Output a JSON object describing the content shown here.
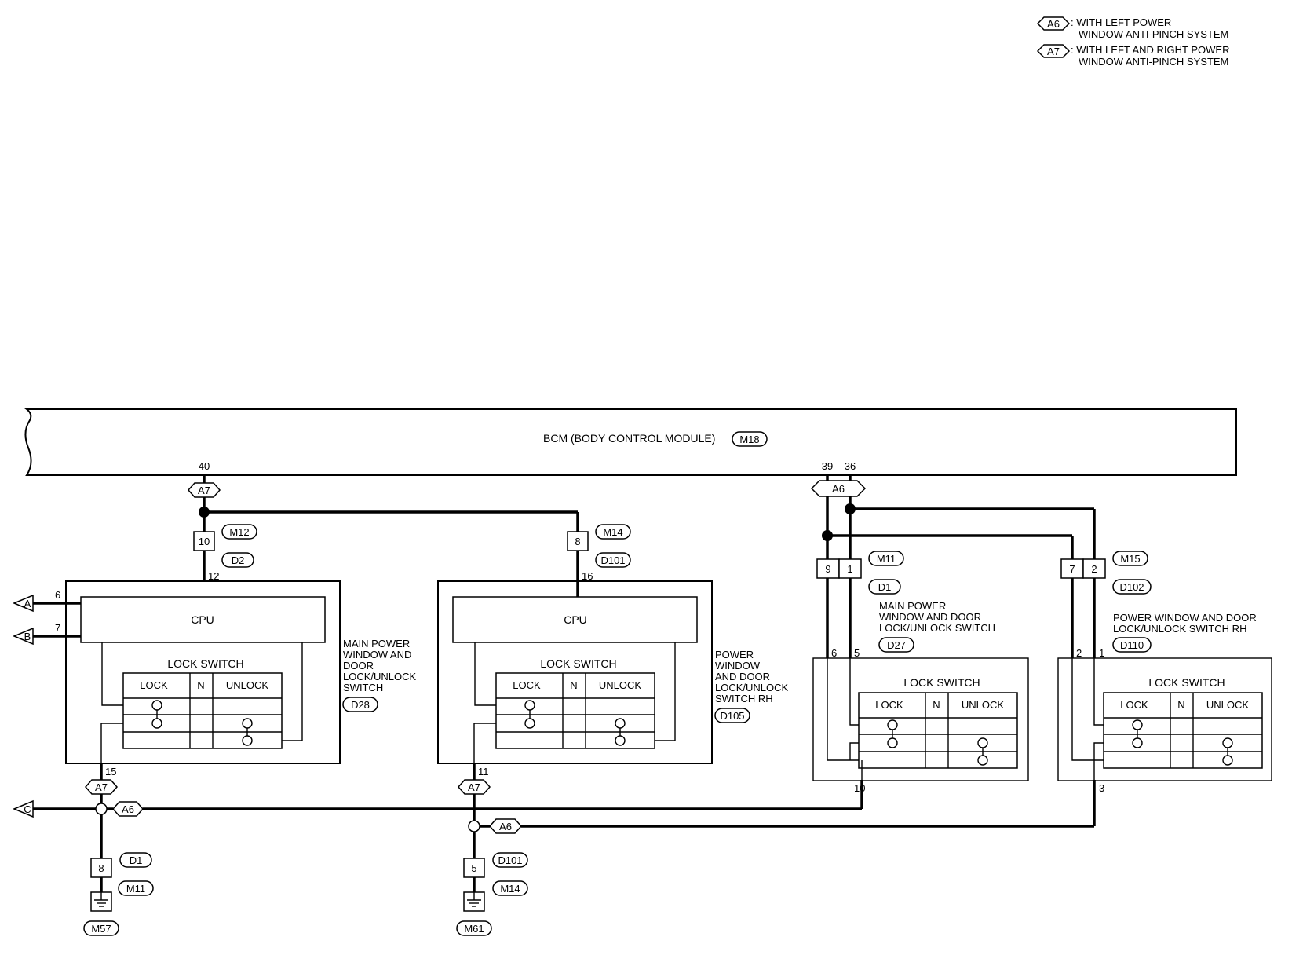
{
  "legend": {
    "a6_tag": "A6",
    "a6_line1": ": WITH LEFT POWER",
    "a6_line2": "WINDOW ANTI-PINCH SYSTEM",
    "a7_tag": "A7",
    "a7_line1": ": WITH LEFT AND RIGHT POWER",
    "a7_line2": "WINDOW ANTI-PINCH SYSTEM"
  },
  "bcm": {
    "label": "BCM (BODY CONTROL MODULE)",
    "connector": "M18",
    "pin40": "40",
    "pin39": "39",
    "pin36": "36"
  },
  "tags": {
    "a6": "A6",
    "a7": "A7"
  },
  "left_switch": {
    "pin_top": "12",
    "pin_bottom": "15",
    "conn_upper": "M12",
    "conn_lower": "D2",
    "conn_pin": "10",
    "name_lines": [
      "MAIN POWER",
      "WINDOW AND",
      "DOOR",
      "LOCK/UNLOCK",
      "SWITCH"
    ],
    "connector": "D28",
    "pin_a": "6",
    "pin_b": "7"
  },
  "mid_switch": {
    "pin_top": "16",
    "pin_bottom": "11",
    "conn_upper": "M14",
    "conn_lower": "D101",
    "conn_pin": "8",
    "name_lines": [
      "POWER",
      "WINDOW",
      "AND DOOR",
      "LOCK/UNLOCK",
      "SWITCH RH"
    ],
    "connector": "D105"
  },
  "rl_switch": {
    "conn_upper": "M11",
    "conn_lower": "D1",
    "pin_9": "9",
    "pin_1": "1",
    "name_lines": [
      "MAIN POWER",
      "WINDOW AND DOOR",
      "LOCK/UNLOCK SWITCH"
    ],
    "connector": "D27",
    "pin_6": "6",
    "pin_5": "5",
    "pin_10": "10"
  },
  "rr_switch": {
    "conn_upper": "M15",
    "conn_lower": "D102",
    "pin_7": "7",
    "pin_2": "2",
    "name_lines": [
      "POWER WINDOW AND DOOR",
      "LOCK/UNLOCK SWITCH RH"
    ],
    "connector": "D110",
    "pin_2b": "2",
    "pin_1": "1",
    "pin_3": "3"
  },
  "common": {
    "cpu": "CPU",
    "lock_switch": "LOCK SWITCH",
    "lock": "LOCK",
    "n": "N",
    "unlock": "UNLOCK"
  },
  "arrows": {
    "a": "A",
    "b": "B",
    "c": "C"
  },
  "ground_left": {
    "conn_upper": "D1",
    "pin": "8",
    "conn_lower": "M11",
    "ground": "M57"
  },
  "ground_mid": {
    "conn_upper": "D101",
    "pin": "5",
    "conn_lower": "M14",
    "ground": "M61"
  }
}
